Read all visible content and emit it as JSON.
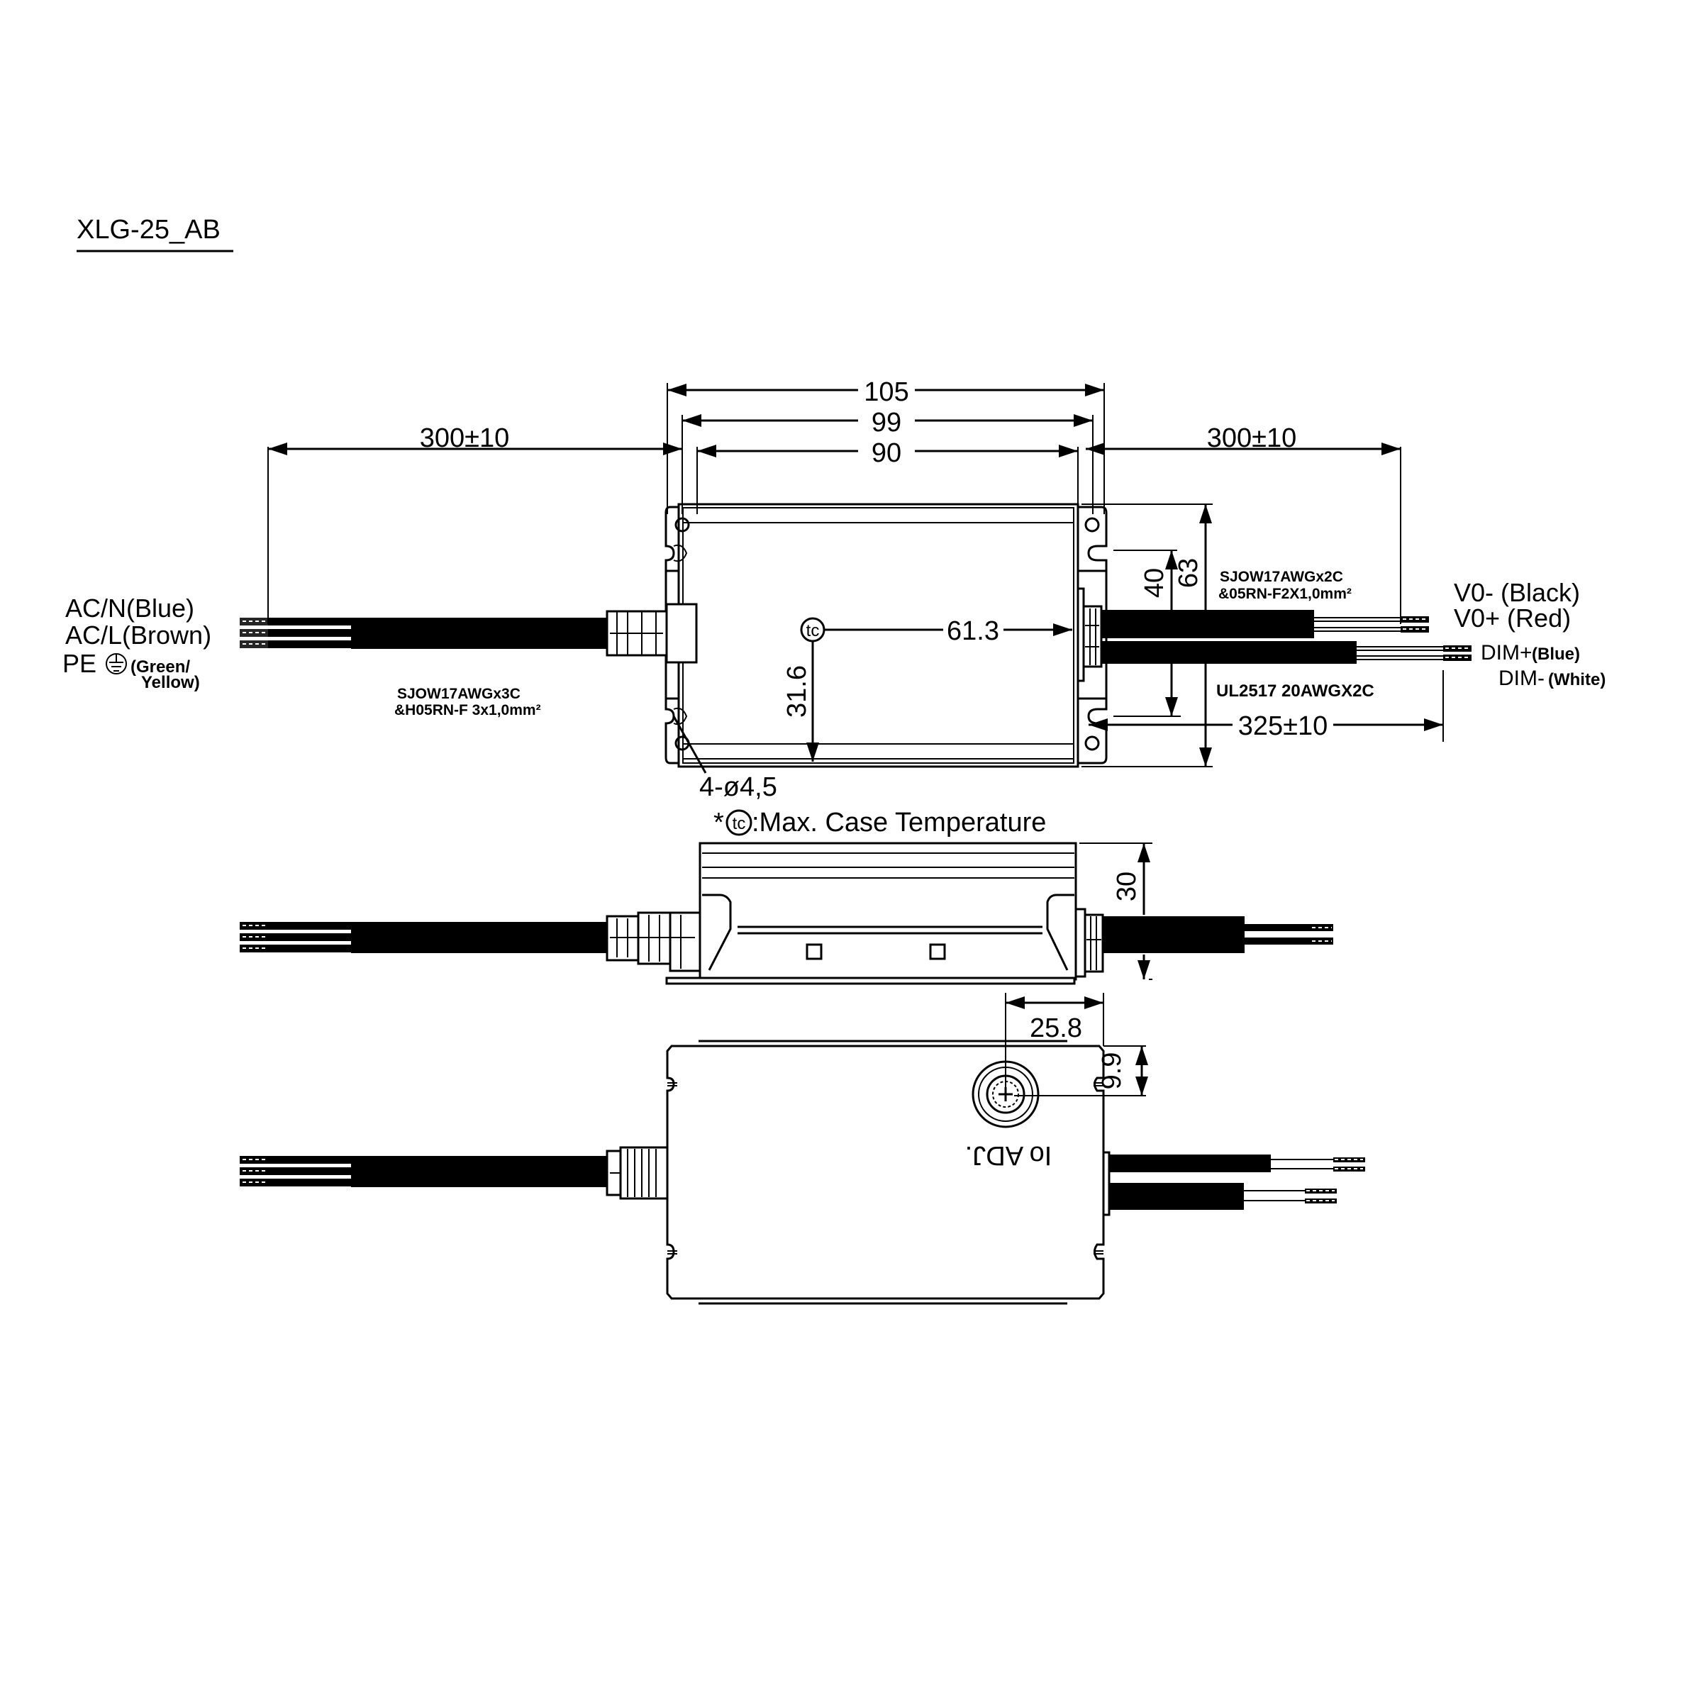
{
  "title": "XLG-25_AB",
  "top_view": {
    "dimensions": {
      "overall_length": "105",
      "mount_hole_pitch": "99",
      "body_length": "90",
      "input_cable_length": "300±10",
      "output_cable_length": "300±10",
      "dim_cable_length": "325±10",
      "overall_width": "63",
      "mount_hole_spacing": "40",
      "tc_x": "61.3",
      "tc_y": "31.6",
      "mount_holes": "4-ø4,5"
    },
    "input_wires": {
      "neutral": "AC/N(Blue)",
      "line": "AC/L(Brown)",
      "earth_prefix": "PE",
      "earth_color_1": "(Green/",
      "earth_color_2": "Yellow)"
    },
    "input_cable": {
      "line1": "SJOW17AWGx3C",
      "line2": "&H05RN-F 3x1,0mm²"
    },
    "output_cable": {
      "line1": "SJOW17AWGx2C",
      "line2": "&05RN-F2X1,0mm²"
    },
    "dim_cable": {
      "label": "UL2517 20AWGX2C"
    },
    "output_wires": {
      "vo_minus": "V0- (Black)",
      "vo_plus": "V0+ (Red)",
      "dim_plus": "DIM+",
      "dim_plus_color": "(Blue)",
      "dim_minus": "DIM-",
      "dim_minus_color": "(White)"
    },
    "tc_symbol": "tc",
    "note_prefix": "*",
    "note_text": ":Max. Case Temperature"
  },
  "side_view": {
    "height": "30"
  },
  "bottom_view": {
    "adj_offset_x": "25.8",
    "adj_offset_y": "9.9",
    "adj_label": "Io ADJ."
  }
}
